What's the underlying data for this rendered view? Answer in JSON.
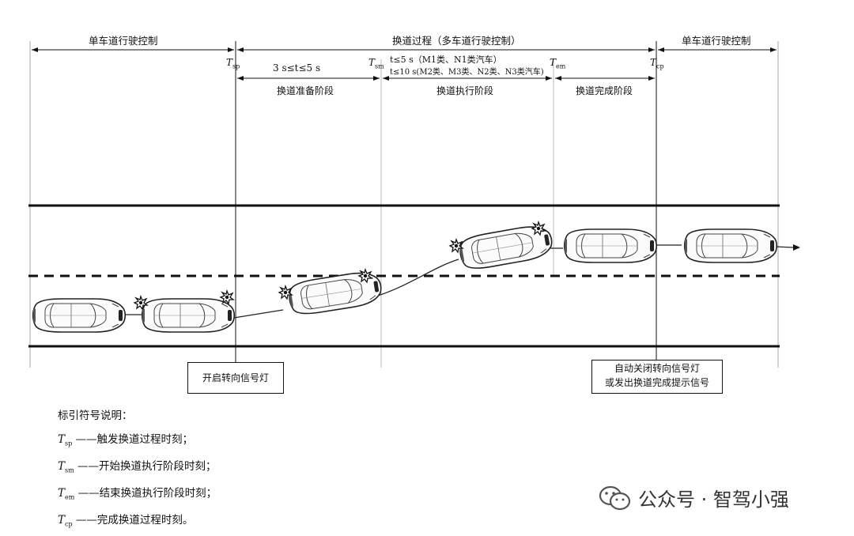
{
  "header": {
    "single_lane_left": "单车道行驶控制",
    "lane_change_process": "换道过程（多车道行驶控制）",
    "single_lane_right": "单车道行驶控制"
  },
  "time_points": {
    "t_sp": {
      "symbol": "T",
      "sub": "sp"
    },
    "t_sm": {
      "symbol": "T",
      "sub": "sm"
    },
    "t_em": {
      "symbol": "T",
      "sub": "em"
    },
    "t_cp": {
      "symbol": "T",
      "sub": "cp"
    }
  },
  "durations": {
    "prep": "3 s≤t≤5 s",
    "exec_line1": "t≤5 s（M1类、N1类汽车）",
    "exec_line2": "t≤10 s(M2类、M3类、N2类、N3类汽车)"
  },
  "stages": {
    "prep": "换道准备阶段",
    "exec": "换道执行阶段",
    "done": "换道完成阶段"
  },
  "callouts": {
    "turn_on": "开启转向信号灯",
    "turn_off_line1": "自动关闭转向信号灯",
    "turn_off_line2": "或发出换道完成提示信号"
  },
  "legend": {
    "title": "标引符号说明：",
    "items": [
      {
        "symbol": "T",
        "sub": "sp",
        "text": "——触发换道过程时刻；"
      },
      {
        "symbol": "T",
        "sub": "sm",
        "text": "——开始换道执行阶段时刻；"
      },
      {
        "symbol": "T",
        "sub": "em",
        "text": "——结束换道执行阶段时刻；"
      },
      {
        "symbol": "T",
        "sub": "cp",
        "text": "——完成换道过程时刻。"
      }
    ]
  },
  "watermark": {
    "icon": "wechat-icon",
    "text": "公众号 · 智驾小强"
  },
  "colors": {
    "line": "#111111",
    "background": "#ffffff",
    "vline": "#999999"
  }
}
